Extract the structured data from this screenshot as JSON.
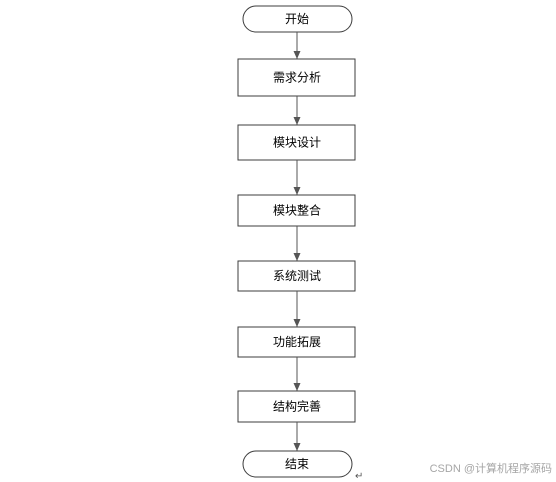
{
  "flowchart": {
    "start": "开始",
    "steps": [
      "需求分析",
      "模块设计",
      "模块整合",
      "系统测试",
      "功能拓展",
      "结构完善"
    ],
    "end": "结束"
  },
  "paragraph_mark": "↵",
  "watermark": "CSDN @计算机程序源码",
  "colors": {
    "node_stroke": "#3c3c3c",
    "node_fill": "#ffffff",
    "connector": "#555555",
    "watermark": "#a6a6a6"
  }
}
